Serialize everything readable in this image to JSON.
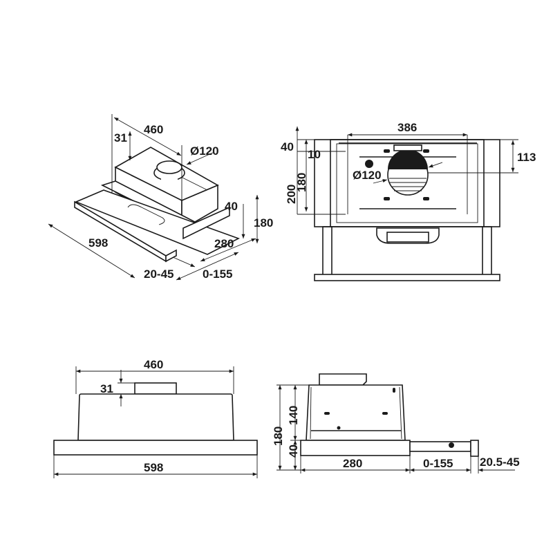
{
  "views": {
    "isometric": {
      "labels": {
        "width_body": "460",
        "duct_height": "31",
        "duct_diameter": "Ø120",
        "width_total": "598",
        "height_total": "180",
        "panel_height": "40",
        "depth": "280",
        "front_thickness": "20-45",
        "extension": "0-155"
      }
    },
    "front_top": {
      "labels": {
        "inner_width": "386",
        "top_offset": "40",
        "top_gap": "10",
        "inner_height": "180",
        "outer_height": "200",
        "duct_diameter": "Ø120",
        "duct_center": "113"
      }
    },
    "front_bottom": {
      "labels": {
        "width_body": "460",
        "duct_height": "31",
        "width_total": "598"
      }
    },
    "side": {
      "labels": {
        "height_total": "180",
        "body_height": "140",
        "panel_height": "40",
        "depth": "280",
        "extension": "0-155",
        "front_thickness": "20.5-45"
      }
    }
  }
}
